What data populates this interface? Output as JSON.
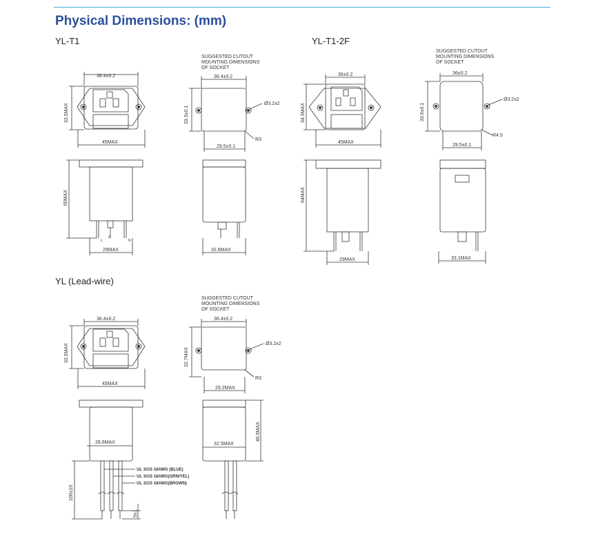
{
  "header": {
    "title": "Physical Dimensions: (mm)"
  },
  "sections": {
    "yl_t1": "YL-T1",
    "yl_t1_2f": "YL-T1-2F",
    "yl_lead": "YL (Lead-wire)"
  },
  "note": {
    "line1": "SUGGESTED CUTOUT",
    "line2": "MOUNTING DIMENSIONS",
    "line3": "OF SOCKET"
  },
  "yl_t1": {
    "front_width": "36.4±0.2",
    "front_height": "33.5MAX",
    "front_overall": "45MAX",
    "cut_width": "36.4±0.2",
    "cut_height": "33.3±0.1",
    "cut_hole": "Ø3.2x2",
    "cut_radius": "R3",
    "cut_pitch": "29.5±0.1",
    "side_height": "60MAX",
    "side_width": "29MAX",
    "side2_width": "32.8MAX"
  },
  "yl_t1_2f": {
    "front_width": "36±0.2",
    "front_height": "34.3MAX",
    "front_overall": "45MAX",
    "cut_width": "36±0.2",
    "cut_height": "33.6±0.1",
    "cut_hole": "Ø3.2x2",
    "cut_radius": "R4.5",
    "cut_pitch": "29.5±0.1",
    "side_height": "64MAX",
    "side_width": "29MAX",
    "side2_width": "33.1MAX"
  },
  "yl_lead": {
    "front_width": "36.4±0.2",
    "front_height": "33.5MAX",
    "front_overall": "45MAX",
    "cut_width": "36.4±0.2",
    "cut_height": "32.7MAX",
    "cut_hole": "Ø3.2x2",
    "cut_radius": "R3",
    "cut_pitch": "29.2MAX",
    "body_width": "28.6MAX",
    "body2_width": "32.5MAX",
    "body2_height": "46.5MAX",
    "wire_length": "100±10",
    "wire_strip": "5±1",
    "wire_blue": "UL 1015 18AWG (BLUE)",
    "wire_grn": "UL 1015 18AWG(GRN/YEL)",
    "wire_brown": "UL 1015 18AWG(BROWN)"
  },
  "terminal_marks": {
    "l": "L",
    "n": "N",
    "g": "G"
  }
}
